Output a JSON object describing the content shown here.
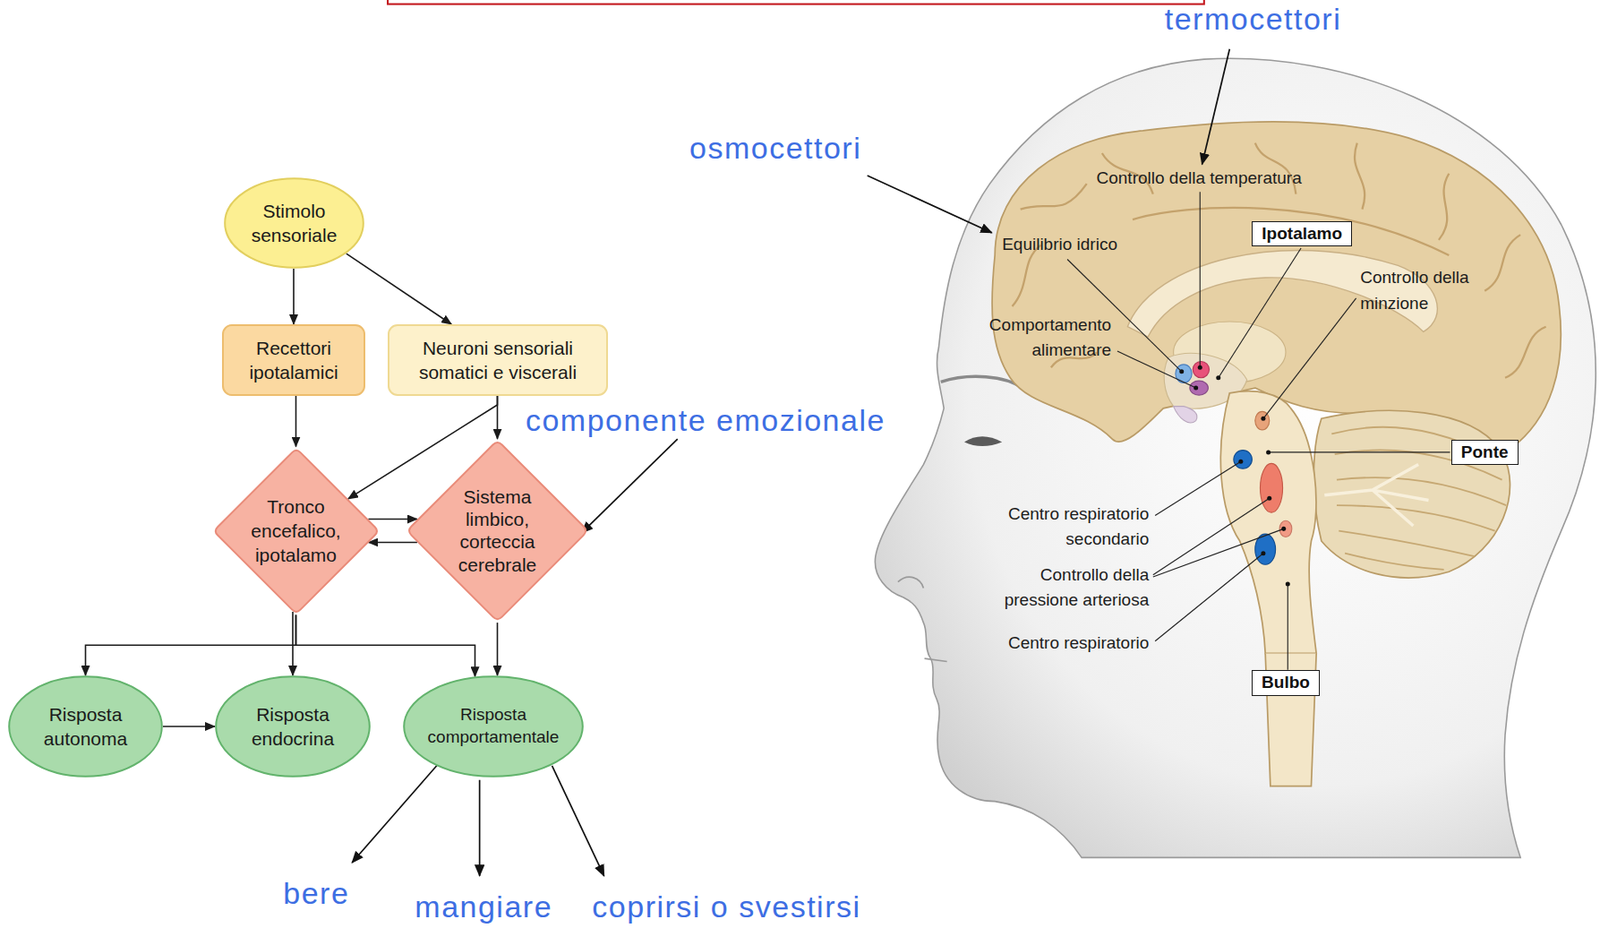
{
  "diagram": {
    "nodes": [
      {
        "text": [
          "Stimolo sensoriale"
        ]
      },
      {
        "text": [
          "Recettori ipotalamici"
        ]
      },
      {
        "text": [
          "Neuroni sensoriali somatici e viscerali"
        ]
      },
      {
        "text": [
          "Tronco encefalico, ipotalamo"
        ]
      },
      {
        "text": [
          "Sistema limbico, corteccia cerebrale"
        ]
      },
      {
        "text": [
          "Risposta autonoma"
        ]
      },
      {
        "text": [
          "Risposta endocrina"
        ]
      },
      {
        "text": [
          "Risposta comportamentale"
        ]
      },
      {
        "text": [
          "Ipotalamo"
        ]
      },
      {
        "text": [
          "Ponte"
        ]
      },
      {
        "text": [
          "Bulbo"
        ]
      }
    ],
    "edges": [
      {
        "from": 0,
        "to": 1,
        "arrow": "to"
      },
      {
        "from": 0,
        "to": 2,
        "arrow": "to"
      },
      {
        "from": 1,
        "to": 3,
        "arrow": "to"
      },
      {
        "from": 2,
        "to": 3,
        "arrow": "to"
      },
      {
        "from": 2,
        "to": 4,
        "arrow": "to"
      },
      {
        "from": 3,
        "to": 4,
        "arrow": "to"
      },
      {
        "from": 4,
        "to": 3,
        "arrow": "to"
      },
      {
        "from": 3,
        "to": 5,
        "arrow": "to"
      },
      {
        "from": 3,
        "to": 6,
        "arrow": "to"
      },
      {
        "from": 3,
        "to": 7,
        "arrow": "to"
      },
      {
        "from": 4,
        "to": 7,
        "arrow": "to"
      },
      {
        "from": 5,
        "to": 6,
        "arrow": "to"
      }
    ],
    "labels": [
      "termocettori",
      "osmocettori",
      "componente emozionale",
      "bere",
      "mangiare",
      "coprirsi o svestirsi",
      "Controllo della temperatura",
      "Equilibrio idrico",
      "Controllo della minzione",
      "Comportamento alimentare",
      "Centro respiratorio secondario",
      "Controllo della pressione arteriosa",
      "Centro respiratorio"
    ]
  }
}
